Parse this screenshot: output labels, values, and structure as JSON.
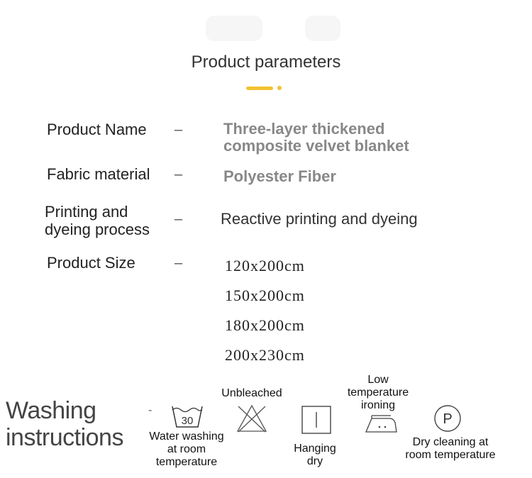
{
  "header": {
    "title": "Product parameters",
    "accent_color": "#f2c230"
  },
  "params": {
    "separator": "–",
    "name": {
      "label": "Product Name",
      "value_line1": "Three-layer thickened",
      "value_line2": "composite velvet blanket"
    },
    "fabric": {
      "label": "Fabric material",
      "value": "Polyester Fiber"
    },
    "printing": {
      "label_line1": "Printing and",
      "label_line2": "dyeing process",
      "value": "Reactive printing and dyeing"
    },
    "size": {
      "label": "Product Size",
      "values": [
        "120x200cm",
        "150x200cm",
        "180x200cm",
        "200x230cm"
      ]
    }
  },
  "washing": {
    "title_line1": "Washing",
    "title_line2": "instructions",
    "separator": "-",
    "items": [
      {
        "icon": "wash-30-icon",
        "icon_text": "30",
        "caption_line1": "Water washing",
        "caption_line2": "at room",
        "caption_line3": "temperature"
      },
      {
        "icon": "no-bleach-icon",
        "caption_line1": "Unbleached"
      },
      {
        "icon": "hang-dry-icon",
        "caption_line1": "Hanging",
        "caption_line2": "dry"
      },
      {
        "icon": "low-iron-icon",
        "caption_line1": "Low",
        "caption_line2": "temperature",
        "caption_line3": "ironing"
      },
      {
        "icon": "dry-clean-icon",
        "icon_text": "P",
        "caption_line1": "Dry cleaning at",
        "caption_line2": "room temperature"
      }
    ]
  }
}
